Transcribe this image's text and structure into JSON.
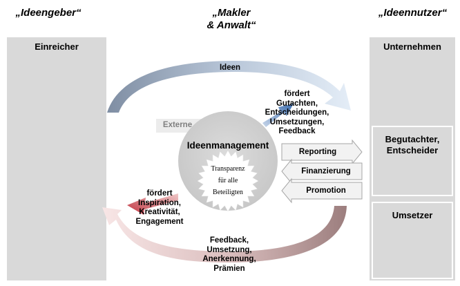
{
  "headers": {
    "left": "„Ideengeber“",
    "center_line1": "„Makler",
    "center_line2": "& Anwalt“",
    "right": "„Ideennutzer“"
  },
  "left_column": {
    "title": "Einreicher"
  },
  "right_column": {
    "title": "Unternehmen",
    "boxes": [
      {
        "line1": "Begutachter,",
        "line2": "Entscheider"
      },
      {
        "line1": "Umsetzer",
        "line2": ""
      }
    ]
  },
  "top_arrow": {
    "label": "Ideen"
  },
  "top_right_label": [
    "fördert",
    "Gutachten,",
    "Entscheidungen,",
    "Umsetzungen,",
    "Feedback"
  ],
  "externe": "Externe",
  "center": {
    "title": "Ideenmanagement",
    "seal_lines": [
      "Transparenz",
      "für alle",
      "Beteiligten"
    ]
  },
  "right_arrows": [
    "Reporting",
    "Finanzierung",
    "Promotion"
  ],
  "left_label": [
    "fördert",
    "Inspiration,",
    "Kreativität,",
    "Engagement"
  ],
  "bottom_label": [
    "Feedback,",
    "Umsetzung,",
    "Anerkennung,",
    "Prämien"
  ],
  "colors": {
    "column_gray": "#d9d9d9",
    "top_arrow_dark": "#7f8ea3",
    "top_arrow_light": "#dbe6f3",
    "small_arrow_blue": "#4a7ab8",
    "bottom_arrow_dark": "#9c7e7e",
    "bottom_arrow_light": "#f6dede",
    "small_arrow_red": "#c6404a",
    "circle_gray": "#d0d0d0"
  }
}
